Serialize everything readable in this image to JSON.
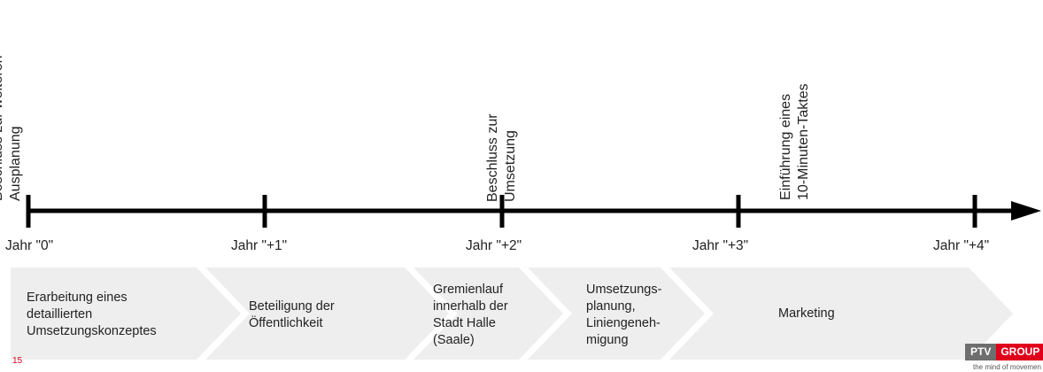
{
  "milestones": [
    {
      "lines": [
        "Beschluss zur weiteren",
        "Ausplanung"
      ]
    },
    {
      "lines": [
        "Beschluss zur",
        "Umsetzung"
      ]
    },
    {
      "lines": [
        "Einführung eines",
        "10-Minuten-Taktes"
      ]
    }
  ],
  "years": [
    "Jahr \"0\"",
    "Jahr \"+1\"",
    "Jahr \"+2\"",
    "Jahr \"+3\"",
    "Jahr \"+4\""
  ],
  "phases": [
    {
      "lines": [
        "Erarbeitung eines",
        "detaillierten",
        "Umsetzungskonzeptes"
      ]
    },
    {
      "lines": [
        "Beteiligung der",
        "Öffentlichkeit"
      ]
    },
    {
      "lines": [
        "Gremienlauf",
        "innerhalb der",
        "Stadt Halle",
        "(Saale)"
      ]
    },
    {
      "lines": [
        "Umsetzungs-",
        "planung,",
        "Liniengeneh-",
        "migung"
      ]
    },
    {
      "lines": [
        "Marketing"
      ]
    }
  ],
  "footer": {
    "slide_number": "15",
    "logo_left": "PTV",
    "logo_right": "GROUP",
    "tagline": "the mind of movemen"
  },
  "colors": {
    "timeline": "#000000",
    "chevron_fill": "#eeeeee",
    "brand_red": "#e0001b",
    "brand_grey": "#6e6e6e"
  }
}
